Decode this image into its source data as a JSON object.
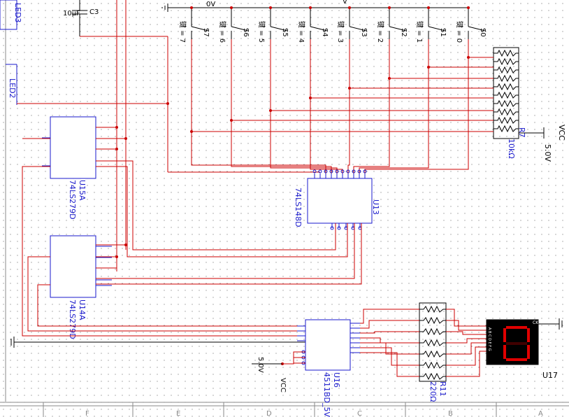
{
  "top_cut": {
    "c3_ref": "C3",
    "c3_value": "10μF",
    "led3": "LED3",
    "v_label": "0V",
    "v_label2": "V"
  },
  "led2": "LED2",
  "switches": [
    {
      "name": "S7",
      "key": "键 = 7"
    },
    {
      "name": "S6",
      "key": "键 = 6"
    },
    {
      "name": "S5",
      "key": "键 = 5"
    },
    {
      "name": "S4",
      "key": "键 = 4"
    },
    {
      "name": "S3",
      "key": "键 = 3"
    },
    {
      "name": "S2",
      "key": "键 = 2"
    },
    {
      "name": "S1",
      "key": "键 = 1"
    },
    {
      "name": "S0",
      "key": "键 = 0"
    }
  ],
  "r7": {
    "ref": "R7",
    "value": "10kΩ"
  },
  "vcc_top": {
    "name": "VCC",
    "voltage": "5.0V"
  },
  "u13": {
    "ref": "U13",
    "part": "74LS148D"
  },
  "u15": {
    "ref": "U15A",
    "part": "74LS279D"
  },
  "u14": {
    "ref": "U14A",
    "part": "74LS279D"
  },
  "u16": {
    "ref": "U16",
    "part": "4511BD_5V"
  },
  "r11": {
    "ref": "R11",
    "value": "220Ω"
  },
  "u17": {
    "ref": "U17"
  },
  "vcc_bottom": {
    "name": "VCC",
    "voltage": "5.0V"
  },
  "display_pins": "A B C D E F G",
  "display_ck": "CK",
  "border_letters": [
    "F",
    "E",
    "D",
    "C",
    "B",
    "A"
  ]
}
